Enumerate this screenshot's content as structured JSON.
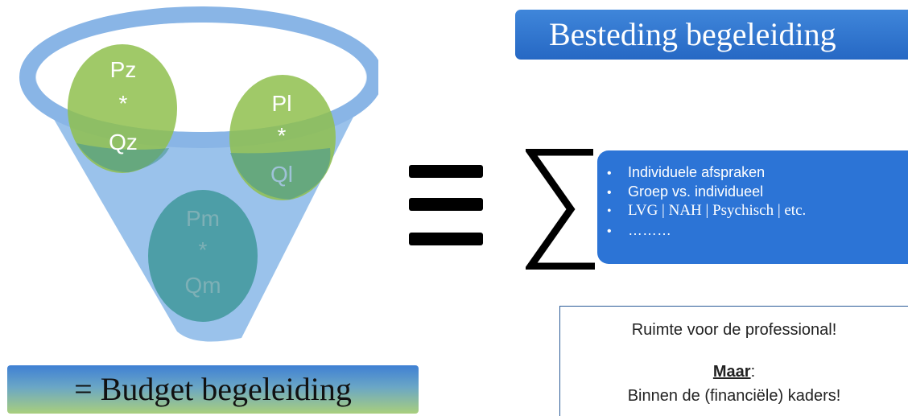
{
  "title": "Besteding begeleiding",
  "funnel": {
    "circles": [
      {
        "top": "Pz",
        "mid": "*",
        "bottom": "Qz"
      },
      {
        "top": "Pl",
        "mid": "*",
        "bottom": "Ql"
      },
      {
        "top": "Pm",
        "mid": "*",
        "bottom": "Qm"
      }
    ]
  },
  "budget_label": "= Budget begeleiding",
  "bullets": {
    "marker": "•",
    "items": [
      "Individuele afspraken",
      "Groep vs. individueel",
      "LVG | NAH | Psychisch | etc.",
      "………"
    ]
  },
  "info": {
    "line1": "Ruimte voor de professional!",
    "maar": "Maar",
    "colon": ":",
    "line3": "Binnen de (financiële) kaders!"
  },
  "colors": {
    "title_bg": "#2f76d2",
    "bullet_bg": "#2c74d6",
    "funnel": "#8db8e8",
    "circle_green": "#9cc857",
    "circle_teal": "#4f9a9a"
  }
}
